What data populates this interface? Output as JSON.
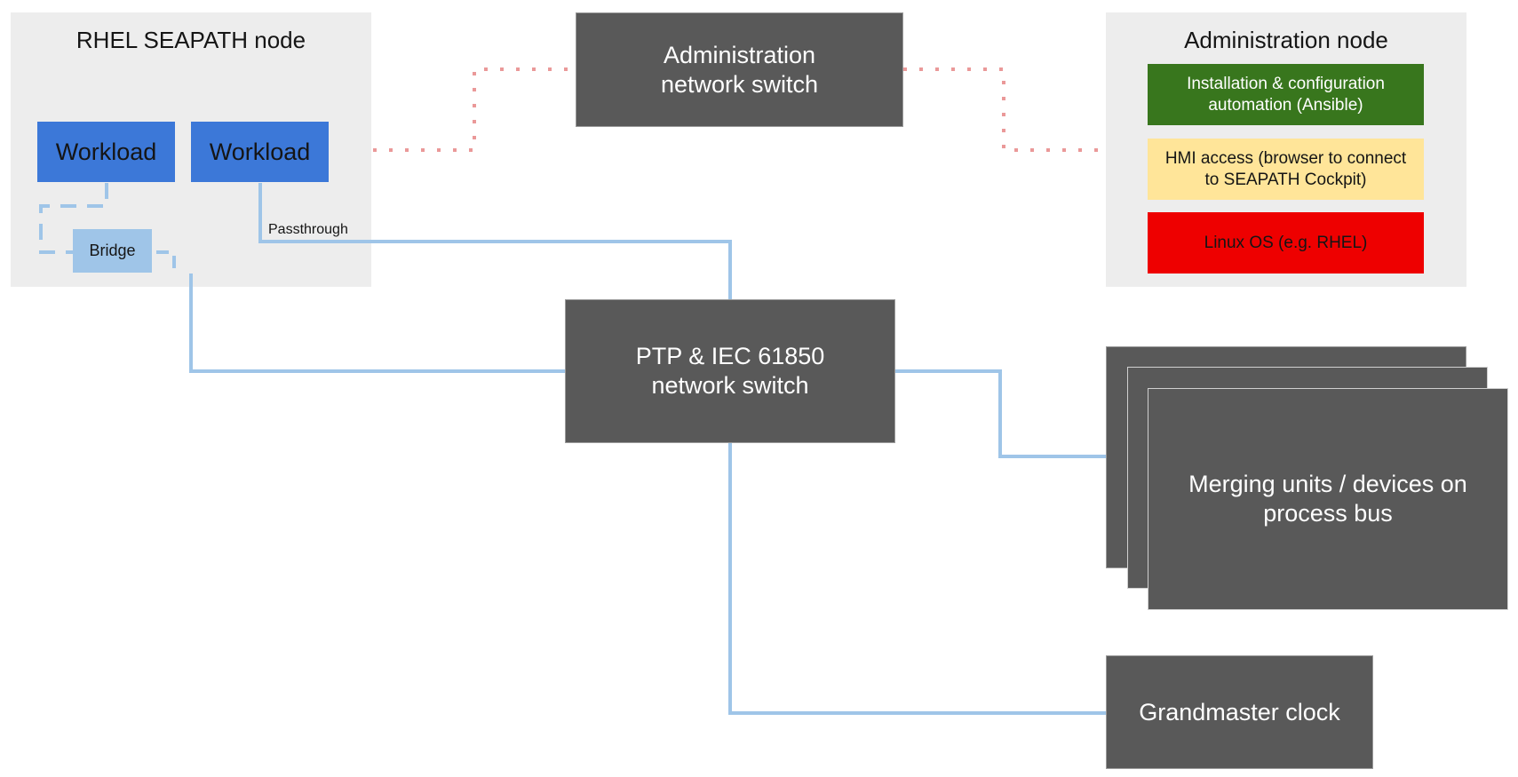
{
  "colors": {
    "node_background": "#ededed",
    "device_dark": "#595959",
    "workload_blue": "#3c78d8",
    "bridge_light_blue": "#9fc5e8",
    "process_link": "#9fc5e8",
    "admin_link_dotted": "#ea9999",
    "ansible_green": "#38761d",
    "hmi_yellow": "#ffe599",
    "linux_red": "#ee0000"
  },
  "seapath_node": {
    "title": "RHEL SEAPATH node",
    "workloads": [
      {
        "label": "Workload"
      },
      {
        "label": "Workload"
      }
    ],
    "bridge": {
      "label": "Bridge"
    },
    "passthrough_label": "Passthrough"
  },
  "admin_switch": {
    "line1": "Administration",
    "line2": "network switch"
  },
  "admin_node": {
    "title": "Administration node",
    "layers": [
      {
        "label": "Installation & configuration automation (Ansible)",
        "color": "#38761d",
        "text_color": "#ffffff"
      },
      {
        "label": "HMI access (browser to connect to SEAPATH Cockpit)",
        "color": "#ffe599",
        "text_color": "#151515"
      },
      {
        "label": "Linux OS (e.g. RHEL)",
        "color": "#ee0000",
        "text_color": "#151515"
      }
    ]
  },
  "ptp_switch": {
    "line1": "PTP & IEC 61850",
    "line2": "network switch"
  },
  "merging_units": {
    "label": "Merging units / devices on process bus",
    "stack_count": 3
  },
  "grandmaster": {
    "label": "Grandmaster clock"
  },
  "connections": [
    {
      "from": "RHEL SEAPATH node",
      "to": "Administration network switch",
      "style": "dotted"
    },
    {
      "from": "Administration network switch",
      "to": "Administration node",
      "style": "dotted"
    },
    {
      "from": "Workload (passthrough)",
      "to": "PTP & IEC 61850 network switch",
      "style": "solid"
    },
    {
      "from": "Bridge",
      "to": "PTP & IEC 61850 network switch",
      "style": "solid"
    },
    {
      "from": "Workload",
      "to": "Bridge",
      "style": "dashed"
    },
    {
      "from": "PTP & IEC 61850 network switch",
      "to": "Merging units / devices on process bus",
      "style": "solid"
    },
    {
      "from": "PTP & IEC 61850 network switch",
      "to": "Grandmaster clock",
      "style": "solid"
    }
  ]
}
